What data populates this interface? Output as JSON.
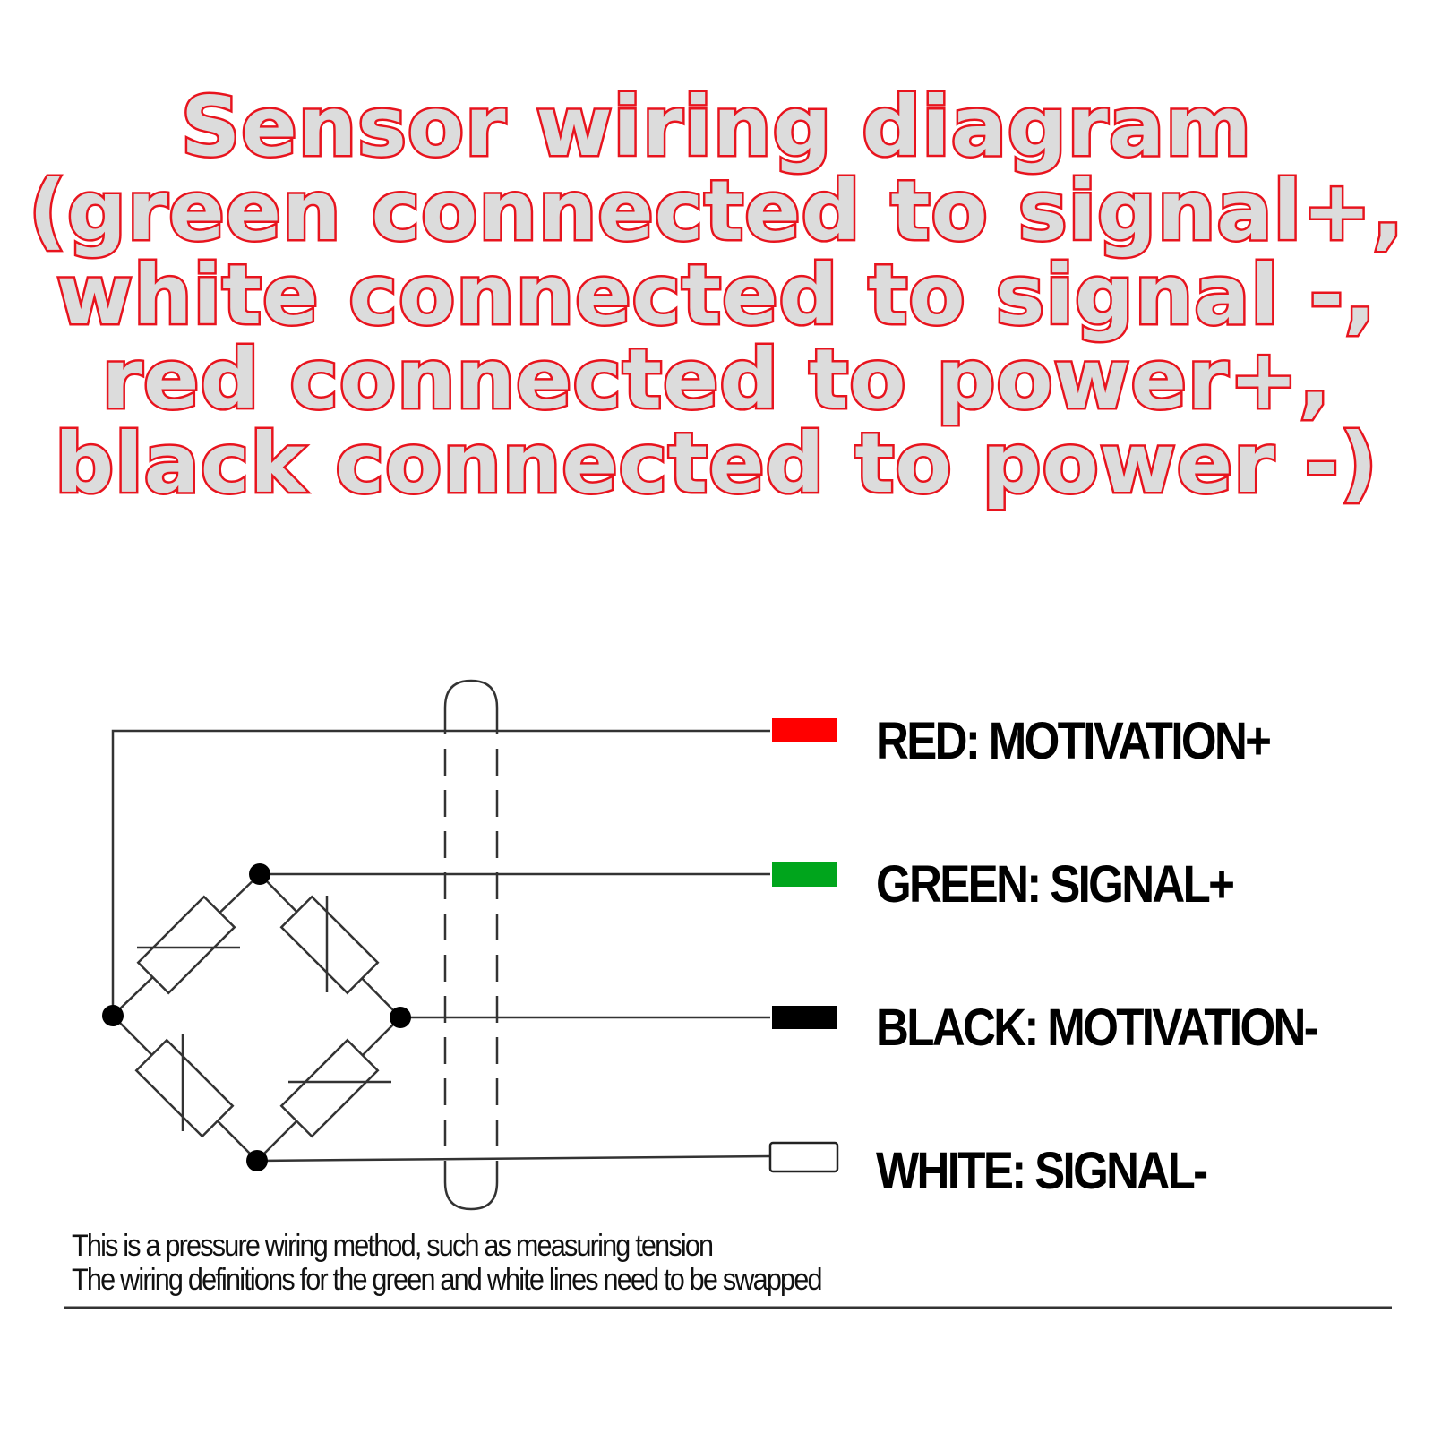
{
  "title": {
    "lines": [
      "Sensor wiring diagram",
      "(green connected to signal+,",
      "white connected to signal -,",
      "red connected to power+,",
      "black connected to power -)"
    ]
  },
  "wires": [
    {
      "color": "#ff0000",
      "label": "RED: MOTIVATION+"
    },
    {
      "color": "#00a51c",
      "label": "GREEN: SIGNAL+"
    },
    {
      "color": "#000000",
      "label": "BLACK: MOTIVATION-"
    },
    {
      "color": "#ffffff",
      "label": "WHITE: SIGNAL-"
    }
  ],
  "notes": [
    "This is a pressure wiring method, such as measuring tension",
    "The wiring definitions for the green and white lines need to be swapped"
  ],
  "colors": {
    "title_fill": "#dcdcdc",
    "title_outline": "#e8141e",
    "line": "#333333"
  }
}
